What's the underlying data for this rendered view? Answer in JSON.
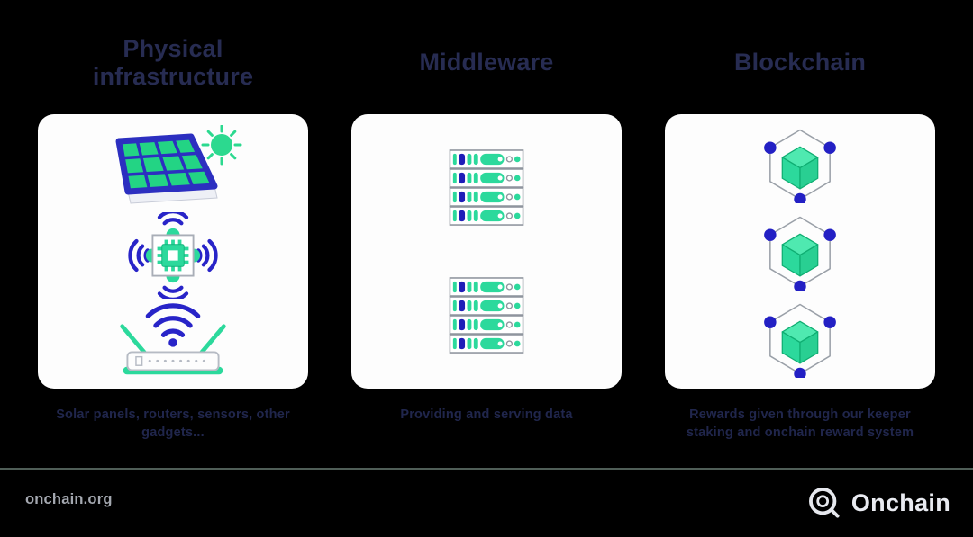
{
  "page": {
    "background_color": "#000000"
  },
  "colors": {
    "card_background": "#fdfdfd",
    "title_text": "#272c52",
    "caption_text": "#20264c",
    "accent_green": "#2cd99c",
    "accent_blue": "#2824c8",
    "navy_pill": "#1f1eb8",
    "outline_gray": "#9aa0a8",
    "footer_text": "#a4a8b0",
    "footer_brand_text": "#e9ebf1",
    "divider": "#5d6e66"
  },
  "columns": [
    {
      "title": "Physical infrastructure",
      "caption": "Solar panels, routers, sensors, other gadgets...",
      "icons": [
        "solar-panel-icon",
        "iot-sensor-chip-icon",
        "wifi-router-icon"
      ]
    },
    {
      "title": "Middleware",
      "caption": "Providing and serving data",
      "icons": [
        "server-rack-icon",
        "server-rack-icon"
      ]
    },
    {
      "title": "Blockchain",
      "caption": "Rewards given through our keeper staking and onchain reward system",
      "icons": [
        "blockchain-node-icon",
        "blockchain-node-icon",
        "blockchain-node-icon"
      ]
    }
  ],
  "footer": {
    "site_url": "onchain.org",
    "brand_name": "Onchain",
    "logo_icon": "onchain-logo-icon"
  }
}
